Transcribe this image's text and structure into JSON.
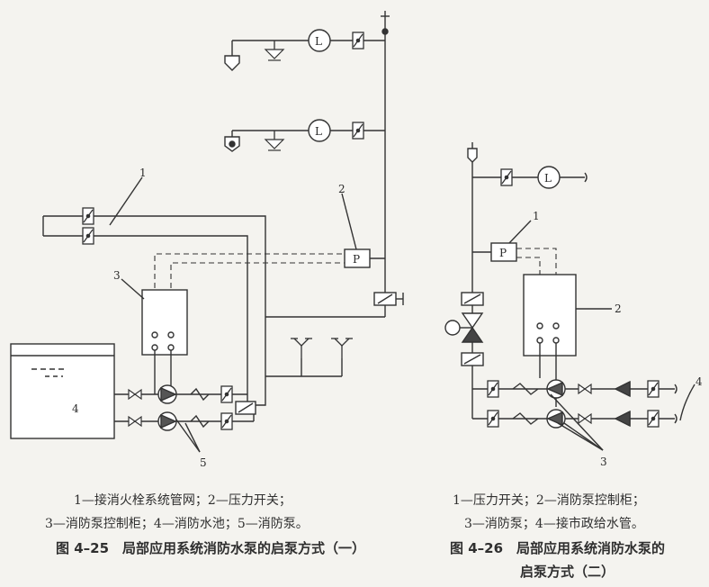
{
  "symbols": {
    "level_switch": "L",
    "pressure_switch": "P"
  },
  "fig25": {
    "callouts": [
      "1",
      "2",
      "3",
      "4",
      "5"
    ],
    "legend_line1": "1—接消火栓系统管网；2—压力开关；",
    "legend_line2": "3—消防泵控制柜；4—消防水池；5—消防泵。",
    "title": "图 4–25　局部应用系统消防水泵的启泵方式（一）"
  },
  "fig26": {
    "callouts": [
      "1",
      "2",
      "3",
      "4"
    ],
    "legend_line1": "1—压力开关；2—消防泵控制柜；",
    "legend_line2": "3—消防泵；4—接市政给水管。",
    "title_line1": "图 4–26　局部应用系统消防水泵的",
    "title_line2": "启泵方式（二）"
  }
}
